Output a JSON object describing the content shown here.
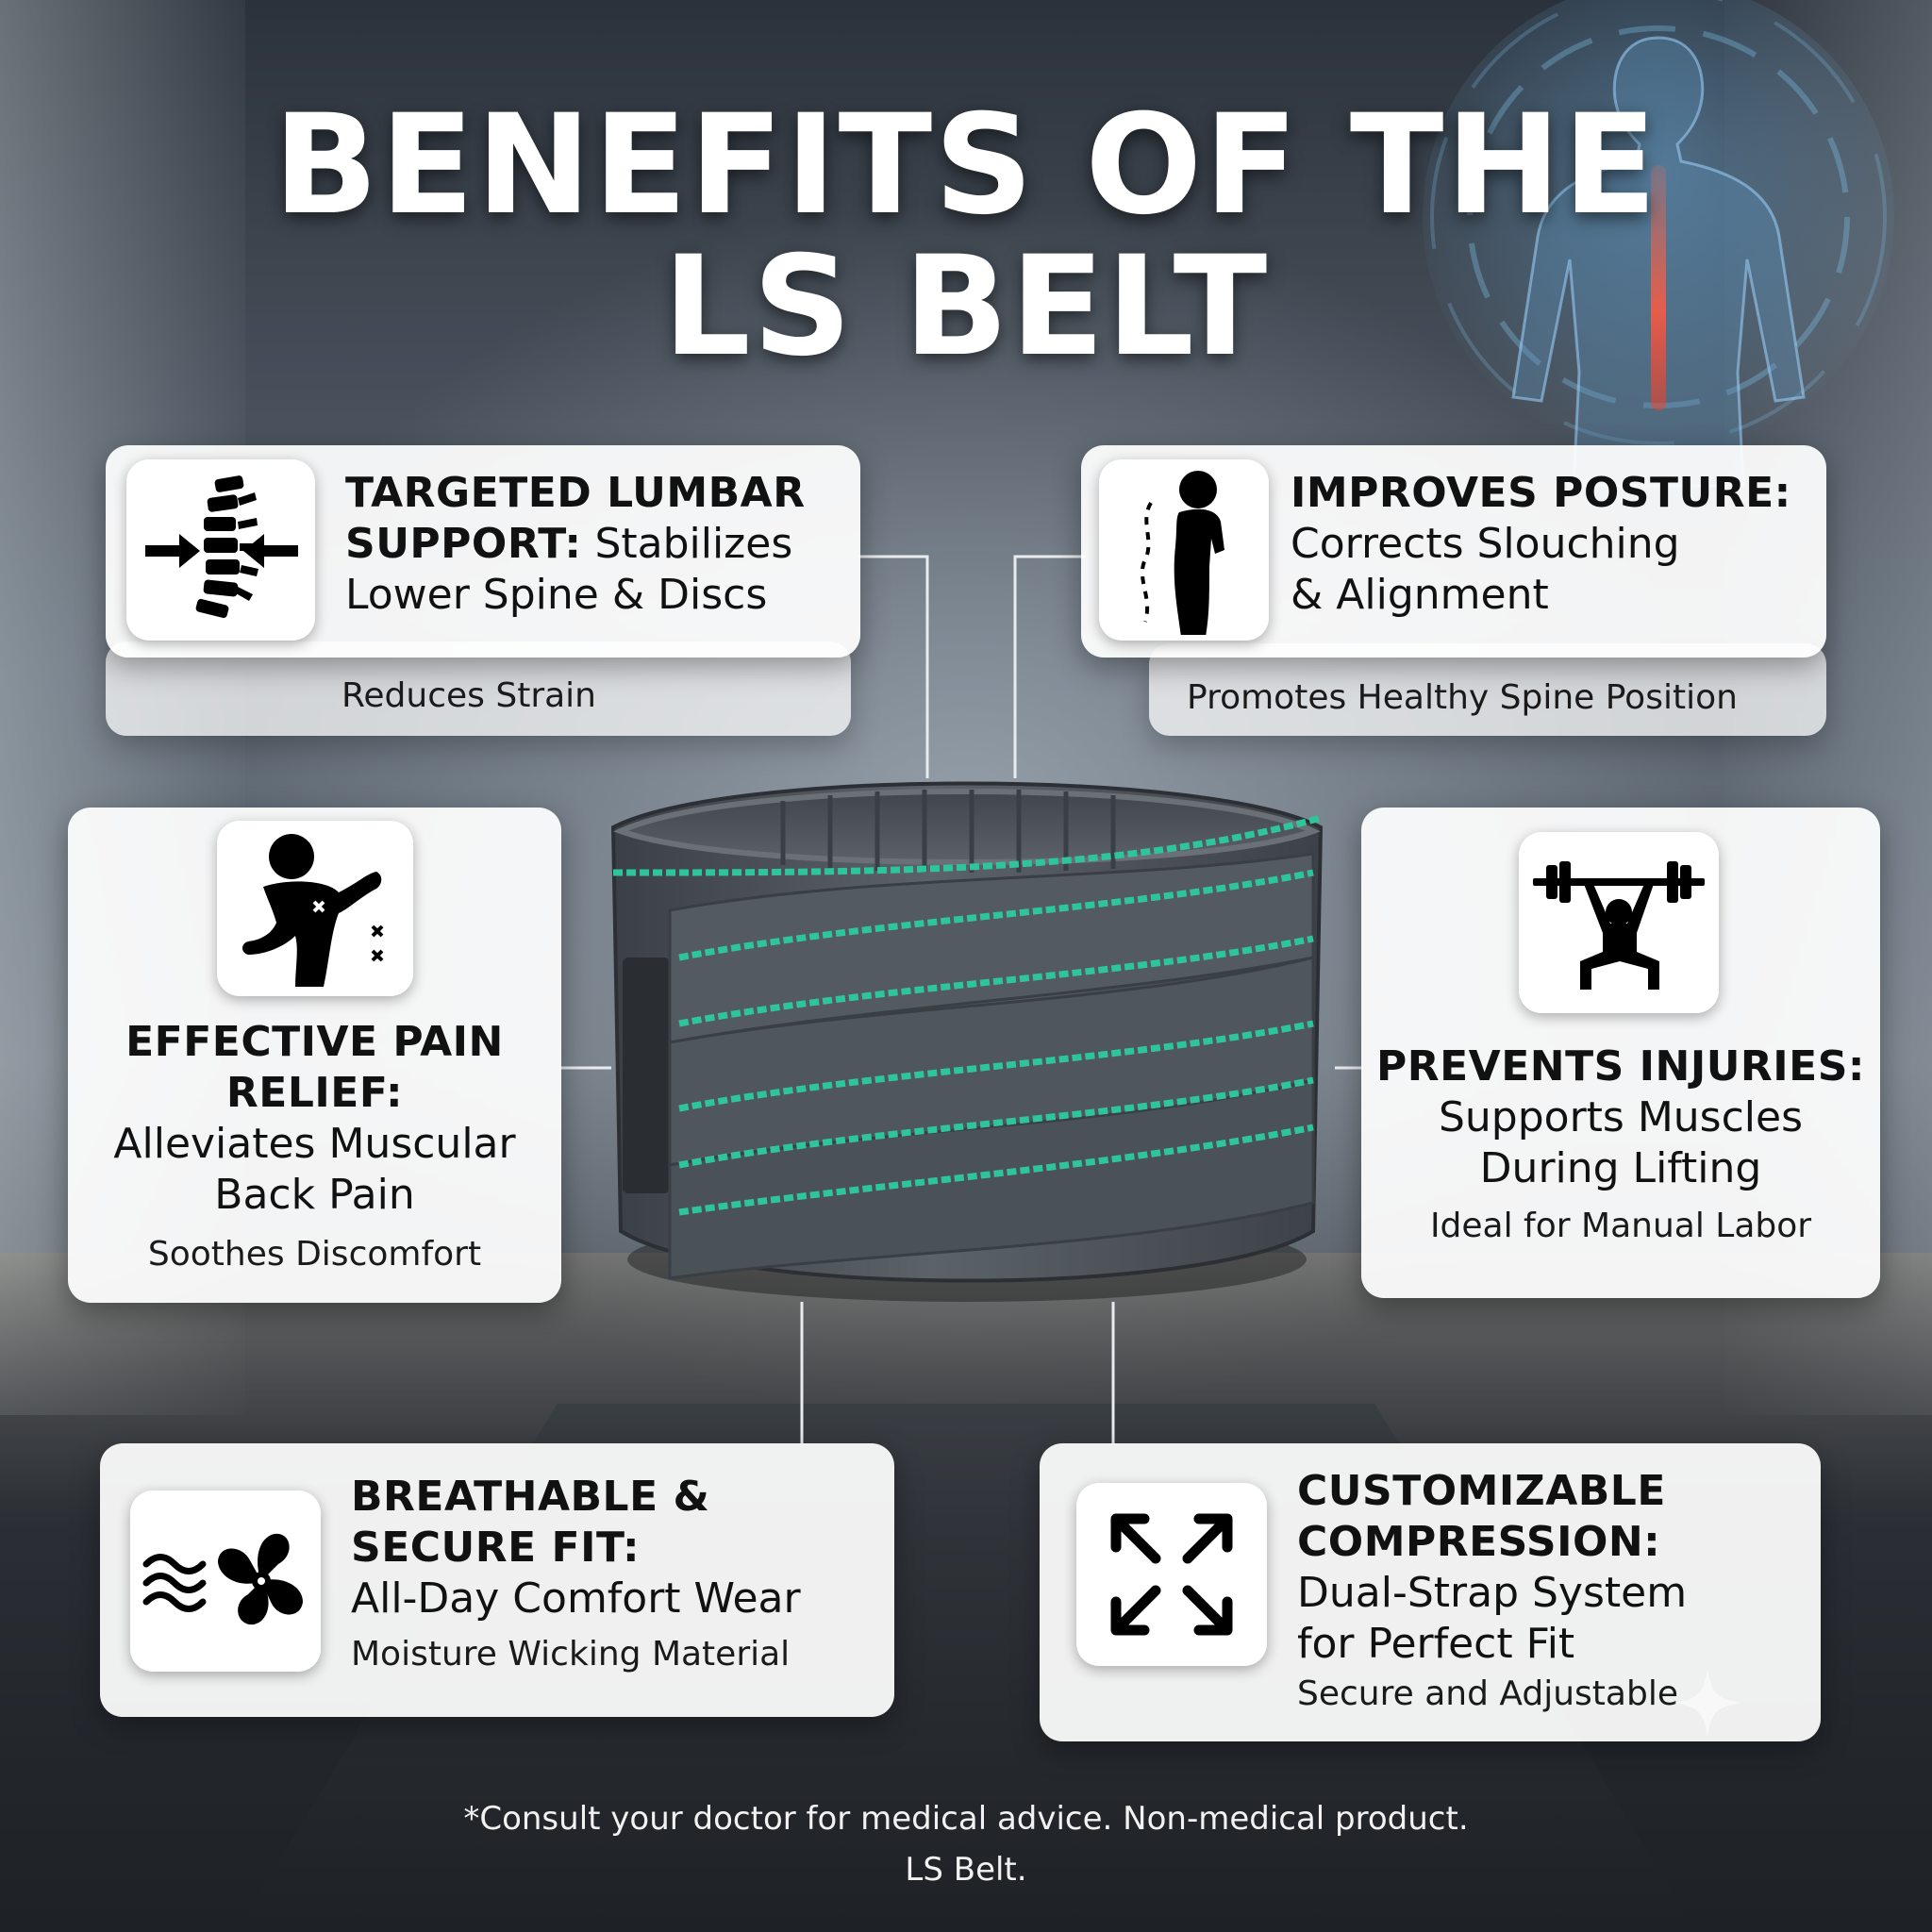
{
  "title": {
    "line1": "BENEFITS OF THE",
    "line2": "LS BELT"
  },
  "cards": {
    "lumbar": {
      "icon": "spine-compression-icon",
      "head": "TARGETED LUMBAR",
      "head2": "SUPPORT:",
      "desc_a": "Stabilizes",
      "desc_b": "Lower Spine & Discs",
      "sub": "Reduces Strain"
    },
    "posture": {
      "icon": "posture-silhouette-icon",
      "head": "IMPROVES POSTURE:",
      "desc_a": "Corrects Slouching",
      "desc_b": "& Alignment",
      "sub": "Promotes Healthy Spine Position"
    },
    "pain": {
      "icon": "back-pain-icon",
      "head": "EFFECTIVE PAIN",
      "head2": "RELIEF:",
      "desc_a": "Alleviates Muscular",
      "desc_b": "Back Pain",
      "sub": "Soothes Discomfort"
    },
    "injuries": {
      "icon": "weightlifter-icon",
      "head": "PREVENTS INJURIES:",
      "desc_a": "Supports Muscles",
      "desc_b": "During Lifting",
      "sub": "Ideal for Manual Labor"
    },
    "breathable": {
      "icon": "airflow-fan-icon",
      "head": "BREATHABLE &",
      "head2": "SECURE FIT:",
      "desc_a": "All-Day Comfort Wear",
      "sub": "Moisture Wicking Material"
    },
    "compression": {
      "icon": "expand-arrows-icon",
      "head": "CUSTOMIZABLE",
      "head2": "COMPRESSION:",
      "desc_a": "Dual-Strap System",
      "desc_b": "for Perfect Fit",
      "sub": "Secure and Adjustable"
    }
  },
  "footer": {
    "disclaimer": "*Consult your doctor for medical advice. Non-medical product.",
    "brand": "LS Belt."
  },
  "colors": {
    "accent_stripe": "#2fc59a",
    "belt_gray": "#4e555c",
    "card_bg": "#ffffff"
  }
}
